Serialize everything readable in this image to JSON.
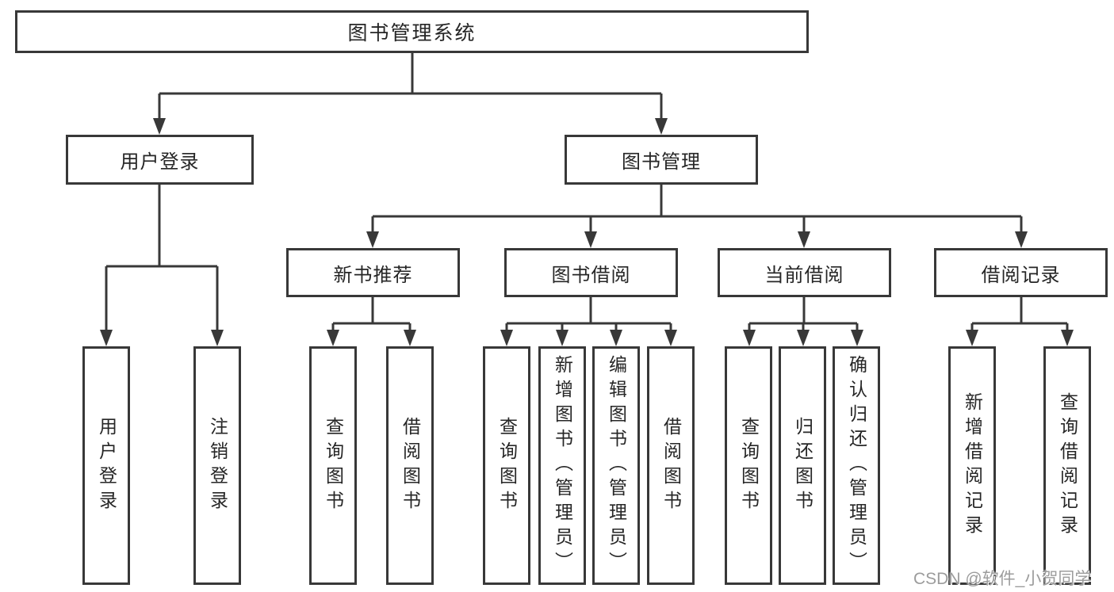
{
  "diagram": {
    "root": {
      "label": "图书管理系统"
    },
    "level2": [
      {
        "label": "用户登录"
      },
      {
        "label": "图书管理"
      }
    ],
    "level3": [
      {
        "label": "新书推荐"
      },
      {
        "label": "图书借阅"
      },
      {
        "label": "当前借阅"
      },
      {
        "label": "借阅记录"
      }
    ],
    "leaves": [
      {
        "label": "用户登录"
      },
      {
        "label": "注销登录"
      },
      {
        "label": "查询图书"
      },
      {
        "label": "借阅图书"
      },
      {
        "label": "查询图书"
      },
      {
        "label": "新增图书（管理员）"
      },
      {
        "label": "编辑图书（管理员）"
      },
      {
        "label": "借阅图书"
      },
      {
        "label": "查询图书"
      },
      {
        "label": "归还图书"
      },
      {
        "label": "确认归还（管理员）"
      },
      {
        "label": "新增借阅记录"
      },
      {
        "label": "查询借阅记录"
      }
    ]
  },
  "watermark": {
    "text": "CSDN @软件_小贺同学"
  },
  "colors": {
    "line": "#383838",
    "text": "#262626",
    "watermark": "#9c9c9c",
    "background": "#ffffff"
  }
}
